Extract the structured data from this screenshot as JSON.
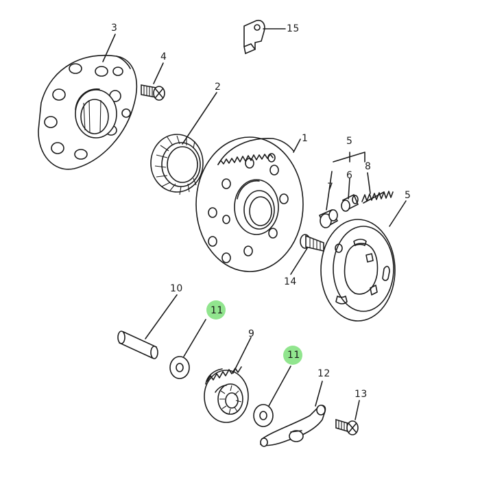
{
  "diagram": {
    "callouts": [
      {
        "id": "3",
        "text": "3"
      },
      {
        "id": "4",
        "text": "4"
      },
      {
        "id": "15",
        "text": "15"
      },
      {
        "id": "2",
        "text": "2"
      },
      {
        "id": "1",
        "text": "1"
      },
      {
        "id": "5a",
        "text": "5"
      },
      {
        "id": "7",
        "text": "7"
      },
      {
        "id": "6",
        "text": "6"
      },
      {
        "id": "8",
        "text": "8"
      },
      {
        "id": "5b",
        "text": "5"
      },
      {
        "id": "14",
        "text": "14"
      },
      {
        "id": "10",
        "text": "10"
      },
      {
        "id": "11a",
        "text": "11",
        "highlighted": true
      },
      {
        "id": "9",
        "text": "9"
      },
      {
        "id": "11b",
        "text": "11",
        "highlighted": true
      },
      {
        "id": "12",
        "text": "12"
      },
      {
        "id": "13",
        "text": "13"
      }
    ],
    "highlight_color": "#7ee07a"
  }
}
